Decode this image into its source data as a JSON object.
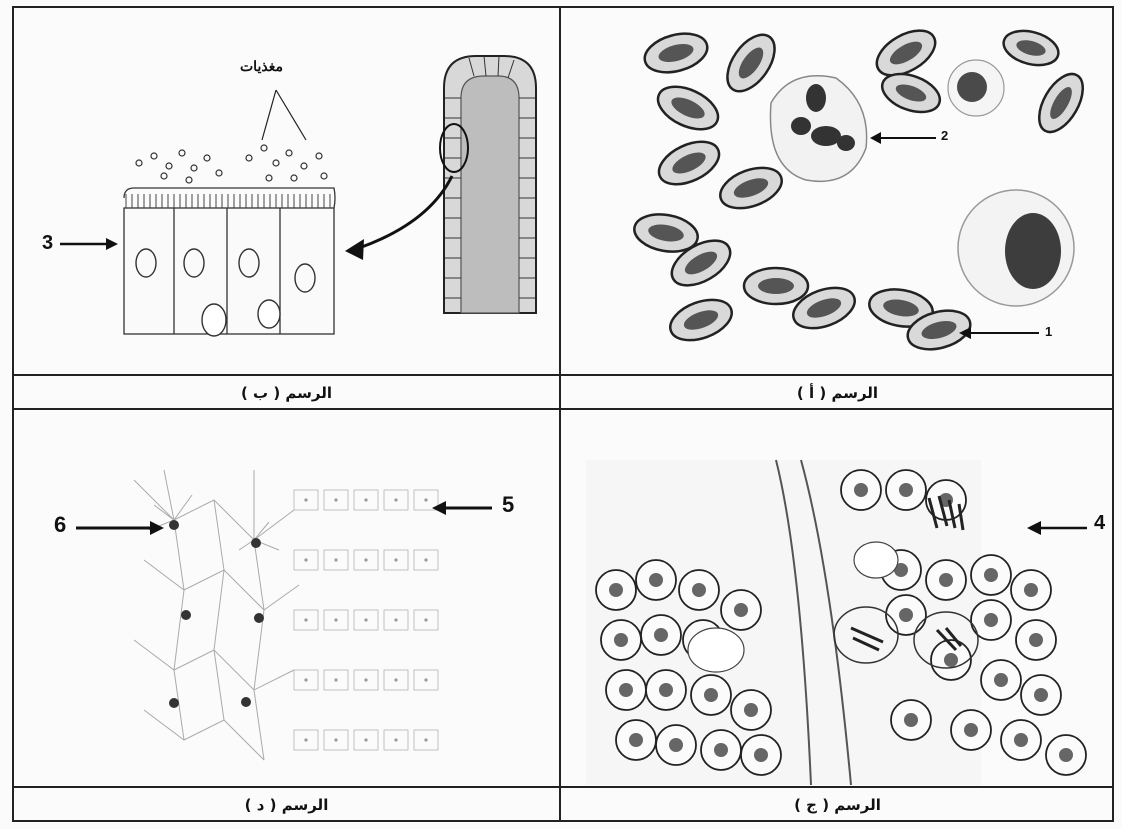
{
  "captions": {
    "a": "الرسم ( أ )",
    "b": "الرسم ( ب )",
    "c": "الرسم ( ج )",
    "d": "الرسم ( د )"
  },
  "labels": {
    "n1": "1",
    "n2": "2",
    "n3": "3",
    "n4": "4",
    "n5": "5",
    "n6": "6",
    "nutrients": "مغذيات"
  }
}
